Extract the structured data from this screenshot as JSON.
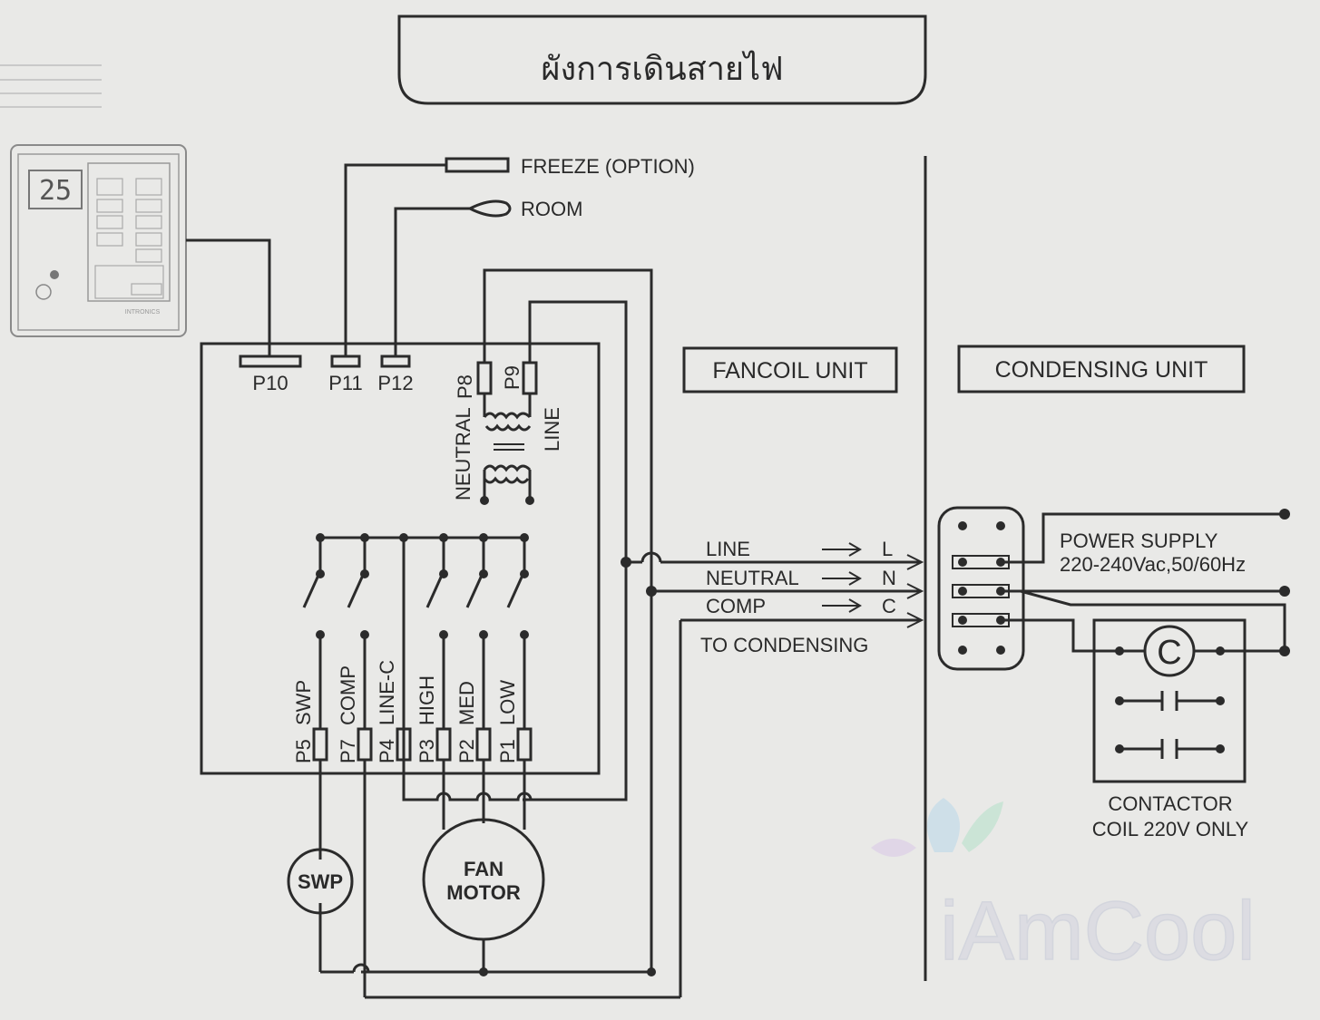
{
  "title": "ผังการเดินสายไฟ",
  "controller": {
    "display": "25",
    "brand": "INTRONICS"
  },
  "sensors": {
    "freeze": "FREEZE (OPTION)",
    "room": "ROOM"
  },
  "top_ports": [
    "P10",
    "P11",
    "P12"
  ],
  "transformer": {
    "p8": "P8",
    "p9": "P9",
    "neutral": "NEUTRAL",
    "line": "LINE"
  },
  "bottom_ports": [
    {
      "id": "P5",
      "name": "SWP"
    },
    {
      "id": "P7",
      "name": "COMP"
    },
    {
      "id": "P4",
      "name": "LINE-C"
    },
    {
      "id": "P3",
      "name": "HIGH"
    },
    {
      "id": "P2",
      "name": "MED"
    },
    {
      "id": "P1",
      "name": "LOW"
    }
  ],
  "loads": {
    "swp": "SWP",
    "fan_1": "FAN",
    "fan_2": "MOTOR"
  },
  "fancoil_unit": "FANCOIL UNIT",
  "condensing_unit": "CONDENSING UNIT",
  "wires": [
    {
      "name": "LINE",
      "terminal": "L"
    },
    {
      "name": "NEUTRAL",
      "terminal": "N"
    },
    {
      "name": "COMP",
      "terminal": "C"
    }
  ],
  "to_condensing": "TO CONDENSING",
  "power_supply": {
    "line1": "POWER SUPPLY",
    "line2": "220-240Vac,50/60Hz"
  },
  "contactor": {
    "line1": "CONTACTOR",
    "line2": "COIL 220V ONLY"
  },
  "watermark": "iAmCool"
}
